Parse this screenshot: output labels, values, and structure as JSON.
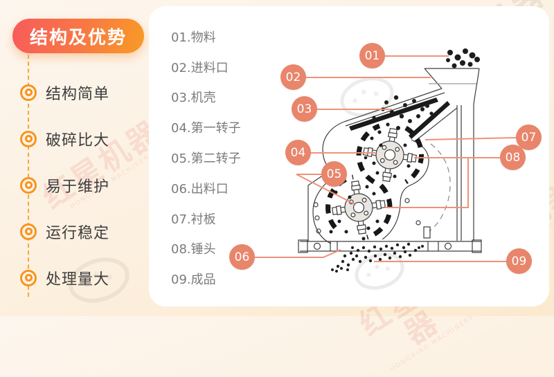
{
  "header": {
    "title": "结构及优势"
  },
  "features": {
    "items": [
      {
        "label": "结构简单"
      },
      {
        "label": "破碎比大"
      },
      {
        "label": "易于维护"
      },
      {
        "label": "运行稳定"
      },
      {
        "label": "处理量大"
      }
    ]
  },
  "legend": {
    "items": [
      {
        "text": "01.物料"
      },
      {
        "text": "02.进料口"
      },
      {
        "text": "03.机壳"
      },
      {
        "text": "04.第一转子"
      },
      {
        "text": "05.第二转子"
      },
      {
        "text": "06.出料口"
      },
      {
        "text": "07.衬板"
      },
      {
        "text": "08.锤头"
      },
      {
        "text": "09.成品"
      }
    ]
  },
  "badges": [
    "01",
    "02",
    "03",
    "04",
    "05",
    "06",
    "07",
    "08",
    "09"
  ],
  "watermark": {
    "brand": "红星机器",
    "brand_en": "HONGXING MACHINERY"
  },
  "colors": {
    "badge_accent": "#e8856b",
    "leader_line": "#ee9278",
    "bullet_orange": "#f7941e",
    "banner_gradient_start": "#f75b5b",
    "banner_gradient_end": "#f89b25",
    "page_background": "#fcf0e0",
    "card_background": "#ffffff"
  }
}
